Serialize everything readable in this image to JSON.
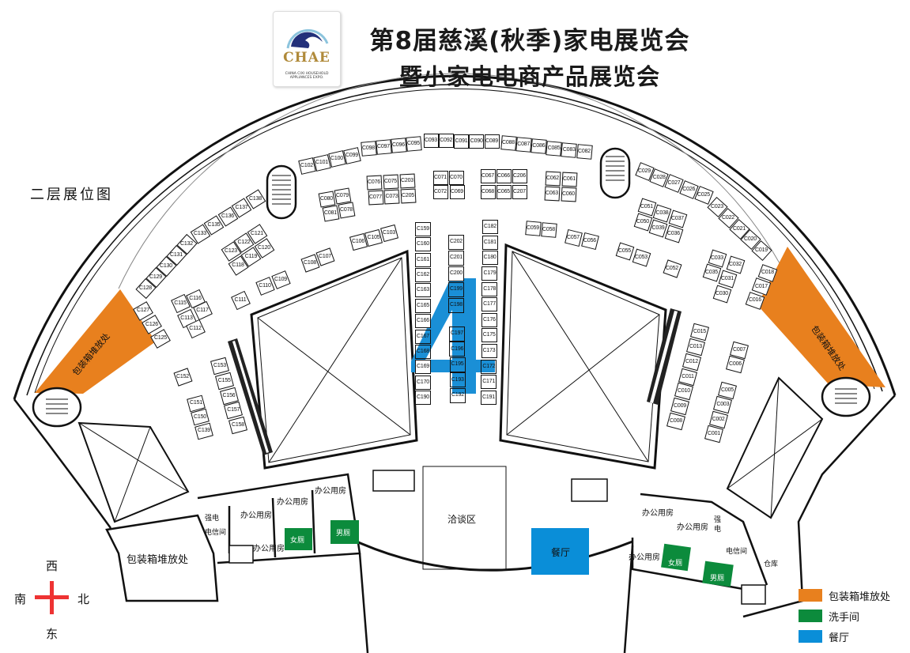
{
  "header": {
    "title_line1": "第8届慈溪(秋季)家电展览会",
    "title_line2": "暨小家电电商产品展览会",
    "logo_text": "CHAE",
    "logo_subtitle": "CHINA CIXI HOUSEHOLD APPLIANCES EXPO."
  },
  "floor_title": "二层展位图",
  "hall_number": "4",
  "areas": {
    "packing_left_wedge": "包装箱堆放处",
    "packing_right_wedge": "包装箱堆放处",
    "packing_bottom_left": "包装箱堆放处",
    "negotiation": "洽谈区",
    "restaurant": "餐厅",
    "office": "办公用房",
    "strong_power": "强电",
    "strong_power_right": "强\n电",
    "telecom_room": "电信间",
    "women_wc": "女厕",
    "men_wc": "男厕",
    "warehouse": "仓库"
  },
  "booths": {
    "top_a": [
      [
        "C102",
        "C101",
        "C100",
        "C099"
      ]
    ],
    "top_b": [
      [
        "C098",
        "C097",
        "C096",
        "C095"
      ]
    ],
    "top_c": [
      [
        "C093",
        "C092",
        "C091",
        "C090",
        "C089"
      ]
    ],
    "top_d": [
      [
        "C088",
        "C087",
        "C086",
        "C085",
        "C083",
        "C082"
      ]
    ],
    "blk_080": [
      [
        "C080",
        "C079"
      ],
      [
        "C081",
        "C078"
      ]
    ],
    "blk_076": [
      [
        "C076",
        "C075",
        "C203"
      ],
      [
        "C077",
        "C073",
        "C205"
      ]
    ],
    "blk_071": [
      [
        "C071",
        "C070"
      ],
      [
        "C072",
        "C069"
      ]
    ],
    "blk_067": [
      [
        "C067",
        "C066",
        "C206"
      ],
      [
        "C068",
        "C065",
        "C207"
      ]
    ],
    "blk_062": [
      [
        "C062",
        "C061"
      ],
      [
        "C063",
        "C060"
      ]
    ],
    "larc1": [
      [
        "C138",
        "C137",
        "C136",
        "C135",
        "C133"
      ]
    ],
    "larc2": [
      [
        "C132",
        "C131",
        "C130",
        "C129",
        "C128"
      ]
    ],
    "larc3": [
      [
        "C127",
        "C126",
        "C125"
      ]
    ],
    "blk_123": [
      [
        "C123",
        "C122",
        "C121"
      ],
      [
        "C118",
        "C119",
        "C120"
      ]
    ],
    "blk_115": [
      [
        "C115",
        "C116"
      ],
      [
        "C113",
        "C117"
      ],
      [
        "C112"
      ]
    ],
    "r111": [
      [
        "C111"
      ]
    ],
    "r110": [
      [
        "C110",
        "C109"
      ]
    ],
    "r108": [
      [
        "C108",
        "C107"
      ]
    ],
    "r106": [
      [
        "C106",
        "C105",
        "C103"
      ]
    ],
    "c152": [
      [
        "C152"
      ]
    ],
    "c151": [
      [
        "C151",
        "C150",
        "C139"
      ]
    ],
    "c153": [
      [
        "C153",
        "C155",
        "C156",
        "C157",
        "C158"
      ]
    ],
    "col1": [
      [
        "C159",
        "C160",
        "C161",
        "C162",
        "C163",
        "C165",
        "C166",
        "C167",
        "C168",
        "C169",
        "C170",
        "C190"
      ]
    ],
    "col2a": [
      [
        "C202",
        "C201",
        "C200",
        "C199",
        "C198"
      ]
    ],
    "col2b": [
      [
        "C197",
        "C196",
        "C195",
        "C193",
        "C192"
      ]
    ],
    "col3": [
      [
        "C182",
        "C181",
        "C180",
        "C179",
        "C178",
        "C177",
        "C176",
        "C175",
        "C173",
        "C172",
        "C171",
        "C191"
      ]
    ],
    "r059": [
      [
        "C059",
        "C058"
      ]
    ],
    "r057": [
      [
        "C057",
        "C056"
      ]
    ],
    "r055": [
      [
        "C055",
        "C053"
      ]
    ],
    "r052": [
      [
        "C052"
      ]
    ],
    "blk_051": [
      [
        "C051",
        "C038",
        "C037"
      ],
      [
        "C050",
        "C039",
        "C036"
      ]
    ],
    "rarc1": [
      [
        "C029",
        "C028",
        "C027",
        "C026",
        "C025"
      ]
    ],
    "rarc2": [
      [
        "C023",
        "C022",
        "C021",
        "C020",
        "C019"
      ]
    ],
    "rarc3": [
      [
        "C018",
        "C017",
        "C016"
      ]
    ],
    "blk_033": [
      [
        "C033",
        "C032"
      ],
      [
        "C035",
        "C031"
      ],
      [
        "C030"
      ]
    ],
    "col015": [
      [
        "C015",
        "C013",
        "C012",
        "C011",
        "C010",
        "C009",
        "C008"
      ]
    ],
    "c007": [
      [
        "C007",
        "C006"
      ]
    ],
    "c005": [
      [
        "C005",
        "C003",
        "C002",
        "C001"
      ]
    ]
  },
  "compass": {
    "west": "西",
    "south": "南",
    "north": "北",
    "east": "东"
  },
  "legend": [
    {
      "label": "包装箱堆放处",
      "color": "#E8801E"
    },
    {
      "label": "洗手间",
      "color": "#0C8B3C"
    },
    {
      "label": "餐厅",
      "color": "#0A8ED8"
    }
  ]
}
